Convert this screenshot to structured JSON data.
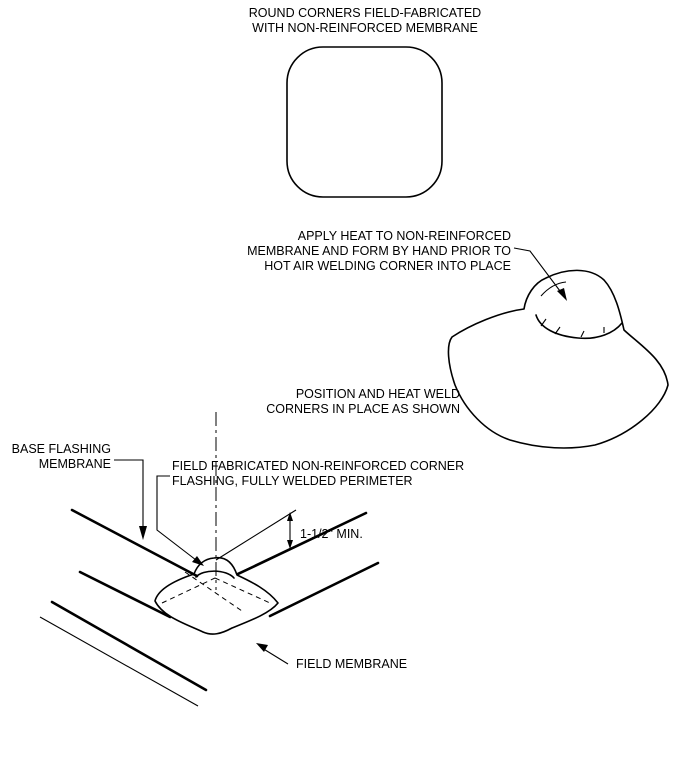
{
  "notes": {
    "round_corners_line1": "ROUND CORNERS FIELD-FABRICATED",
    "round_corners_line2": "WITH NON-REINFORCED MEMBRANE",
    "apply_heat_line1": "APPLY HEAT TO  NON-REINFORCED",
    "apply_heat_line2": "MEMBRANE AND FORM BY HAND PRIOR TO",
    "apply_heat_line3": "HOT AIR WELDING CORNER INTO PLACE",
    "position_line1": "POSITION AND HEAT WELD",
    "position_line2": "CORNERS IN PLACE AS SHOWN",
    "base_flashing_line1": "BASE FLASHING",
    "base_flashing_line2": "MEMBRANE",
    "field_fabricated_line1": "FIELD FABRICATED NON-REINFORCED CORNER",
    "field_fabricated_line2": "FLASHING, FULLY WELDED PERIMETER",
    "dimension": "1-1/2\" MIN.",
    "field_membrane": "FIELD MEMBRANE"
  }
}
